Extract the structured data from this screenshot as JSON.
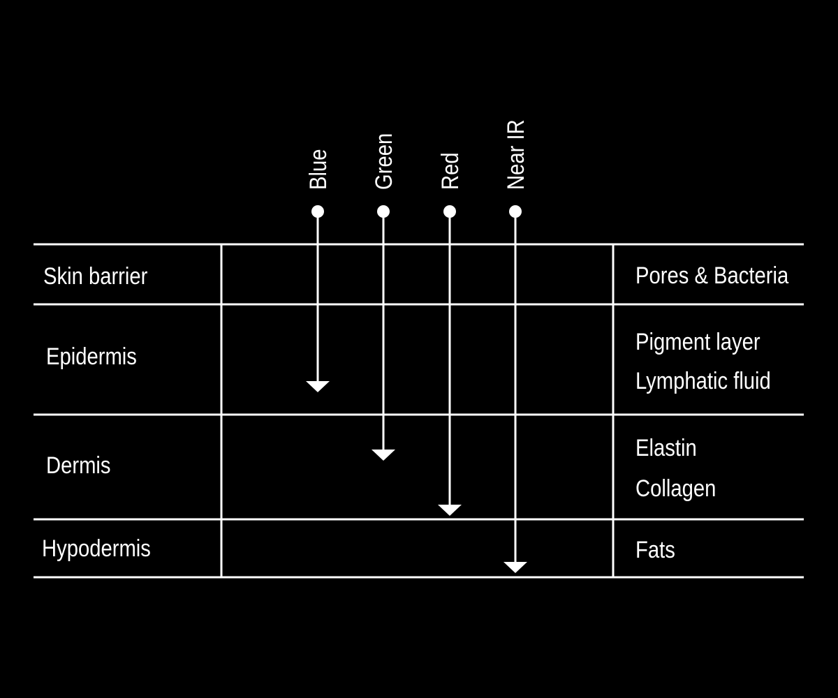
{
  "colors": {
    "background": "#000000",
    "foreground": "#ffffff"
  },
  "wavelengths": [
    {
      "label": "Blue",
      "reaches_layer": "Epidermis"
    },
    {
      "label": "Green",
      "reaches_layer": "Dermis"
    },
    {
      "label": "Red",
      "reaches_layer": "Dermis"
    },
    {
      "label": "Near IR",
      "reaches_layer": "Hypodermis"
    }
  ],
  "layers": [
    {
      "name": "Skin barrier",
      "contents": [
        "Pores & Bacteria"
      ]
    },
    {
      "name": "Epidermis",
      "contents": [
        "Pigment layer",
        "Lymphatic fluid"
      ]
    },
    {
      "name": "Dermis",
      "contents": [
        "Elastin",
        "Collagen"
      ]
    },
    {
      "name": "Hypodermis",
      "contents": [
        "Fats"
      ]
    }
  ]
}
